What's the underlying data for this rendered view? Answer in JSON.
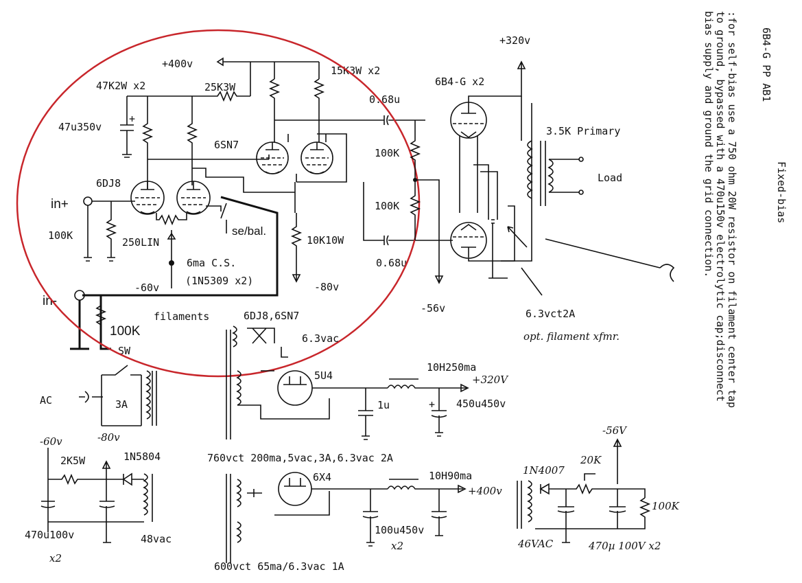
{
  "title": "6B4-G PP AB1",
  "mode": "Fixed-bias",
  "notes": [
    ":for self-bias  use a 750 ohm 20W resistor on filament center tap",
    "to ground, bypassed with  a 470u150v  electrolytic cap;disconnect",
    "bias supply and ground the grid connection."
  ],
  "labels": {
    "v400_top": "+400v",
    "r47k": "47K2W x2",
    "r25k": "25K3W",
    "r15k": "15K3W x2",
    "c068_top": "0.68u",
    "tube_6b4": "6B4-G x2",
    "v320_top": "+320v",
    "c47u": "47u350v",
    "tube_6sn7": "6SN7",
    "r100k_a": "100K",
    "primary": "3.5K Primary",
    "load": "Load",
    "tube_6dj8": "6DJ8",
    "in_plus": "in+",
    "r100k_b": "100K",
    "r100k_in": "100K",
    "pot250": "250LIN",
    "sebal": "se/bal.",
    "r10k": "10K10W",
    "c068_bot": "0.68u",
    "cs": "6ma C.S.",
    "n5309": "(1N5309 x2)",
    "vm60": "-60v",
    "vm80": "-80v",
    "vm56": "-56v",
    "fil_xfmr": "6.3vct2A",
    "opt_fil": "opt. filament xfmr.",
    "in_minus": "in-",
    "filaments": "filaments",
    "fil_tubes": "6DJ8,6SN7",
    "v63": "6.3vac",
    "r100k_gnd": "100K",
    "sw": "SW",
    "ac": "AC",
    "fuse": "3A",
    "n80": "-80v",
    "rect_5u4": "5U4",
    "choke1": "10H250ma",
    "out320": "+320V",
    "c1u": "1u",
    "c450": "450u450v",
    "xfmr1": "760vct 200ma,5vac,3A,6.3vac 2A",
    "n60": "-60v",
    "r2k5": "2K5W",
    "d5804": "1N5804",
    "c470": "470u100v",
    "x2a": "x2",
    "v48": "48vac",
    "rect_6x4": "6X4",
    "choke2": "10H90ma",
    "out400": "+400v",
    "c100u": "100u450v",
    "x2b": "x2",
    "xfmr2": "600vct 65ma/6.3vac 1A",
    "n56": "-56V",
    "d4007": "1N4007",
    "pot20k": "20K",
    "r100k_bias": "100K",
    "v46": "46VAC",
    "c470p": "470µ 100V x2"
  },
  "colors": {
    "circle": "#c8262b",
    "ink": "#111111"
  }
}
